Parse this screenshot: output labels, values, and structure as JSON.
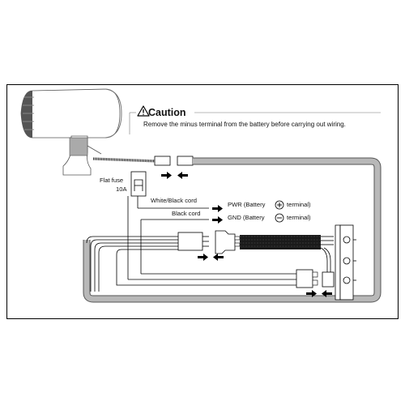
{
  "caution": {
    "title": "Caution",
    "message": "Remove the minus terminal from the battery before carrying out wiring."
  },
  "labels": {
    "flat_fuse": "Flat fuse",
    "fuse_rating": "10A",
    "white_black_cord": "White/Black cord",
    "black_cord": "Black cord",
    "pwr_prefix": "PWR (Battery",
    "gnd_prefix": "GND (Battery",
    "terminal_suffix": "terminal)"
  },
  "icons": [
    "warning-icon",
    "plus-circle-icon",
    "minus-circle-icon",
    "arrow-right-icon",
    "arrow-left-icon"
  ],
  "colors": {
    "line": "#000000",
    "harness": "#b8b8b8",
    "harness_core": "#ffffff",
    "cable": "#222222"
  }
}
